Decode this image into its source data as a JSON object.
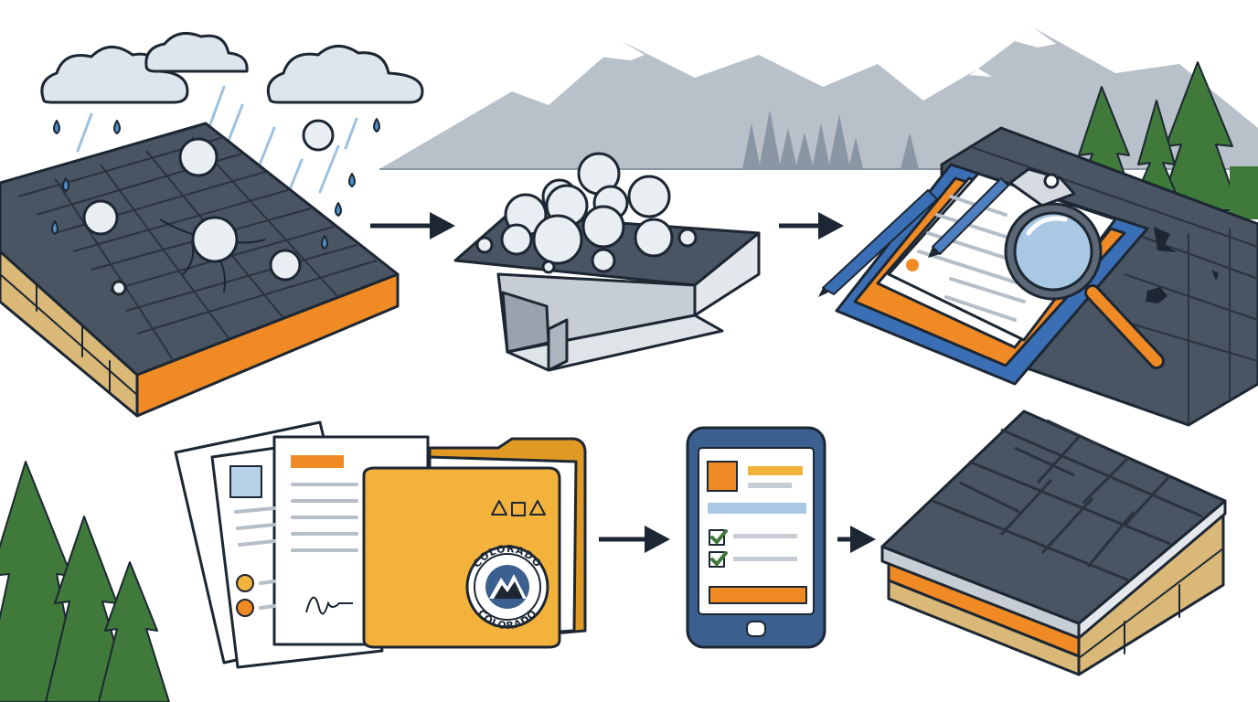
{
  "colors": {
    "ink": "#1c2733",
    "shingle": "#4a5563",
    "shingle_light": "#5d6876",
    "fascia": "#f08a24",
    "wall": "#d9b878",
    "hail": "#e9eef3",
    "rain": "#4e8fc7",
    "cloud": "#dfe5ec",
    "mountain": "#b8c0c9",
    "tree": "#3f7a3a",
    "folder": "#f3b23c",
    "clipboard": "#3b6fb5",
    "phone": "#3b5f8f",
    "check": "#3f7a3a",
    "accent_orange": "#f08a24",
    "accent_blue": "#a9c8e4"
  },
  "steps": [
    {
      "id": "hailstorm",
      "icon": "hail-storm-roof-icon"
    },
    {
      "id": "gutter",
      "icon": "hail-in-gutter-icon"
    },
    {
      "id": "inspection",
      "icon": "inspection-clipboard-icon"
    },
    {
      "id": "documents",
      "icon": "claim-documents-folder-icon"
    },
    {
      "id": "phone",
      "icon": "phone-checklist-icon"
    },
    {
      "id": "new-roof",
      "icon": "new-roof-icon"
    }
  ],
  "seal": {
    "top_text": "COLORADO",
    "bottom_text": "COLORADO"
  }
}
